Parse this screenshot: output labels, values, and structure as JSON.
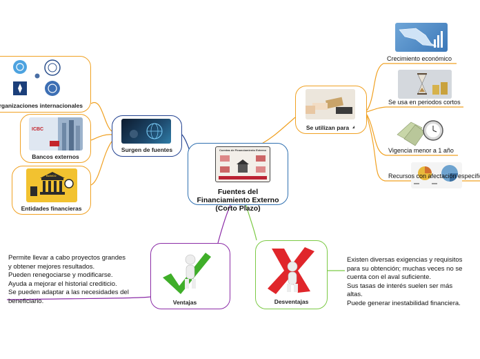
{
  "central": {
    "title_lines": [
      "Fuentes del",
      "Financiamiento Externo",
      "(Corto Plazo)"
    ],
    "image_caption": "Cuentas de Financiamiento Externo"
  },
  "surgen": {
    "label": "Surgen de fuentes"
  },
  "sources": [
    {
      "label": "Organizaciones internacionales"
    },
    {
      "label": "Bancos externos",
      "logo_text": "ICBC"
    },
    {
      "label": "Entidades financieras",
      "sign_text": "BANCO"
    }
  ],
  "uses": {
    "label": "Se utilizan para",
    "items": [
      {
        "label": "Crecimiento económico"
      },
      {
        "label": "Se usa en periodos cortos"
      },
      {
        "label": "Vigencia menor a 1 año"
      },
      {
        "label": "Recursos con afectación específica"
      }
    ]
  },
  "ventajas": {
    "label": "Ventajas",
    "notes": [
      "Permite llevar a cabo proyectos grandes",
      "y obtener mejores resultados.",
      "Pueden renegociarse y modificarse.",
      "Ayuda a mejorar el historial crediticio.",
      "Se pueden adaptar a las necesidades del",
      "beneficiario."
    ]
  },
  "desventajas": {
    "label": "Desventajas",
    "notes": [
      "Existen diversas exigencias y requisitos",
      "para su obtención; muchas veces no se",
      "cuenta con el aval suficiente.",
      "Sus tasas de interés suelen ser más",
      "altas.",
      "Puede generar inestabilidad financiera."
    ]
  },
  "colors": {
    "central": "#2e6fb0",
    "surgen": "#1f3f8f",
    "sources": "#f0a020",
    "uses": "#f0a020",
    "ventajas": "#8a2aa6",
    "desventajas": "#7ac943"
  }
}
